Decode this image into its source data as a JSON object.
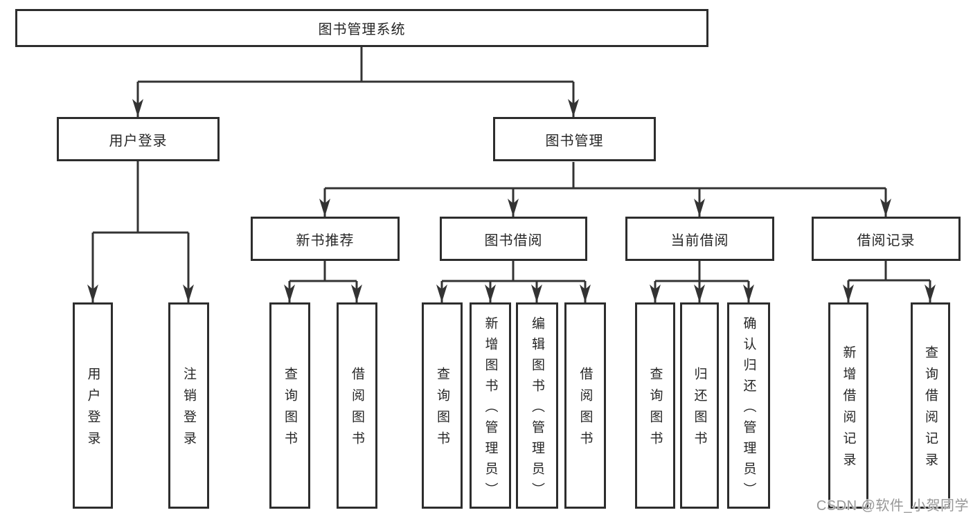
{
  "diagram": {
    "type": "hierarchy-tree",
    "colors": {
      "line": "#333333",
      "box_border": "#2d2d2d",
      "text": "#262626",
      "background": "#ffffff",
      "watermark": "#979797"
    },
    "tree": {
      "root": {
        "label": "图书管理系统",
        "children": [
          {
            "label": "用户登录",
            "children": [
              {
                "label": "用户登录"
              },
              {
                "label": "注销登录"
              }
            ]
          },
          {
            "label": "图书管理",
            "children": [
              {
                "label": "新书推荐",
                "children": [
                  {
                    "label": "查询图书"
                  },
                  {
                    "label": "借阅图书"
                  }
                ]
              },
              {
                "label": "图书借阅",
                "children": [
                  {
                    "label": "查询图书"
                  },
                  {
                    "label": "新增图书（管理员）"
                  },
                  {
                    "label": "编辑图书（管理员）"
                  },
                  {
                    "label": "借阅图书"
                  }
                ]
              },
              {
                "label": "当前借阅",
                "children": [
                  {
                    "label": "查询图书"
                  },
                  {
                    "label": "归还图书"
                  },
                  {
                    "label": "确认归还（管理员）"
                  }
                ]
              },
              {
                "label": "借阅记录",
                "children": [
                  {
                    "label": "新增借阅记录"
                  },
                  {
                    "label": "查询借阅记录"
                  }
                ]
              }
            ]
          }
        ]
      }
    },
    "watermark": {
      "text": "CSDN @软件_小贺同学"
    }
  }
}
